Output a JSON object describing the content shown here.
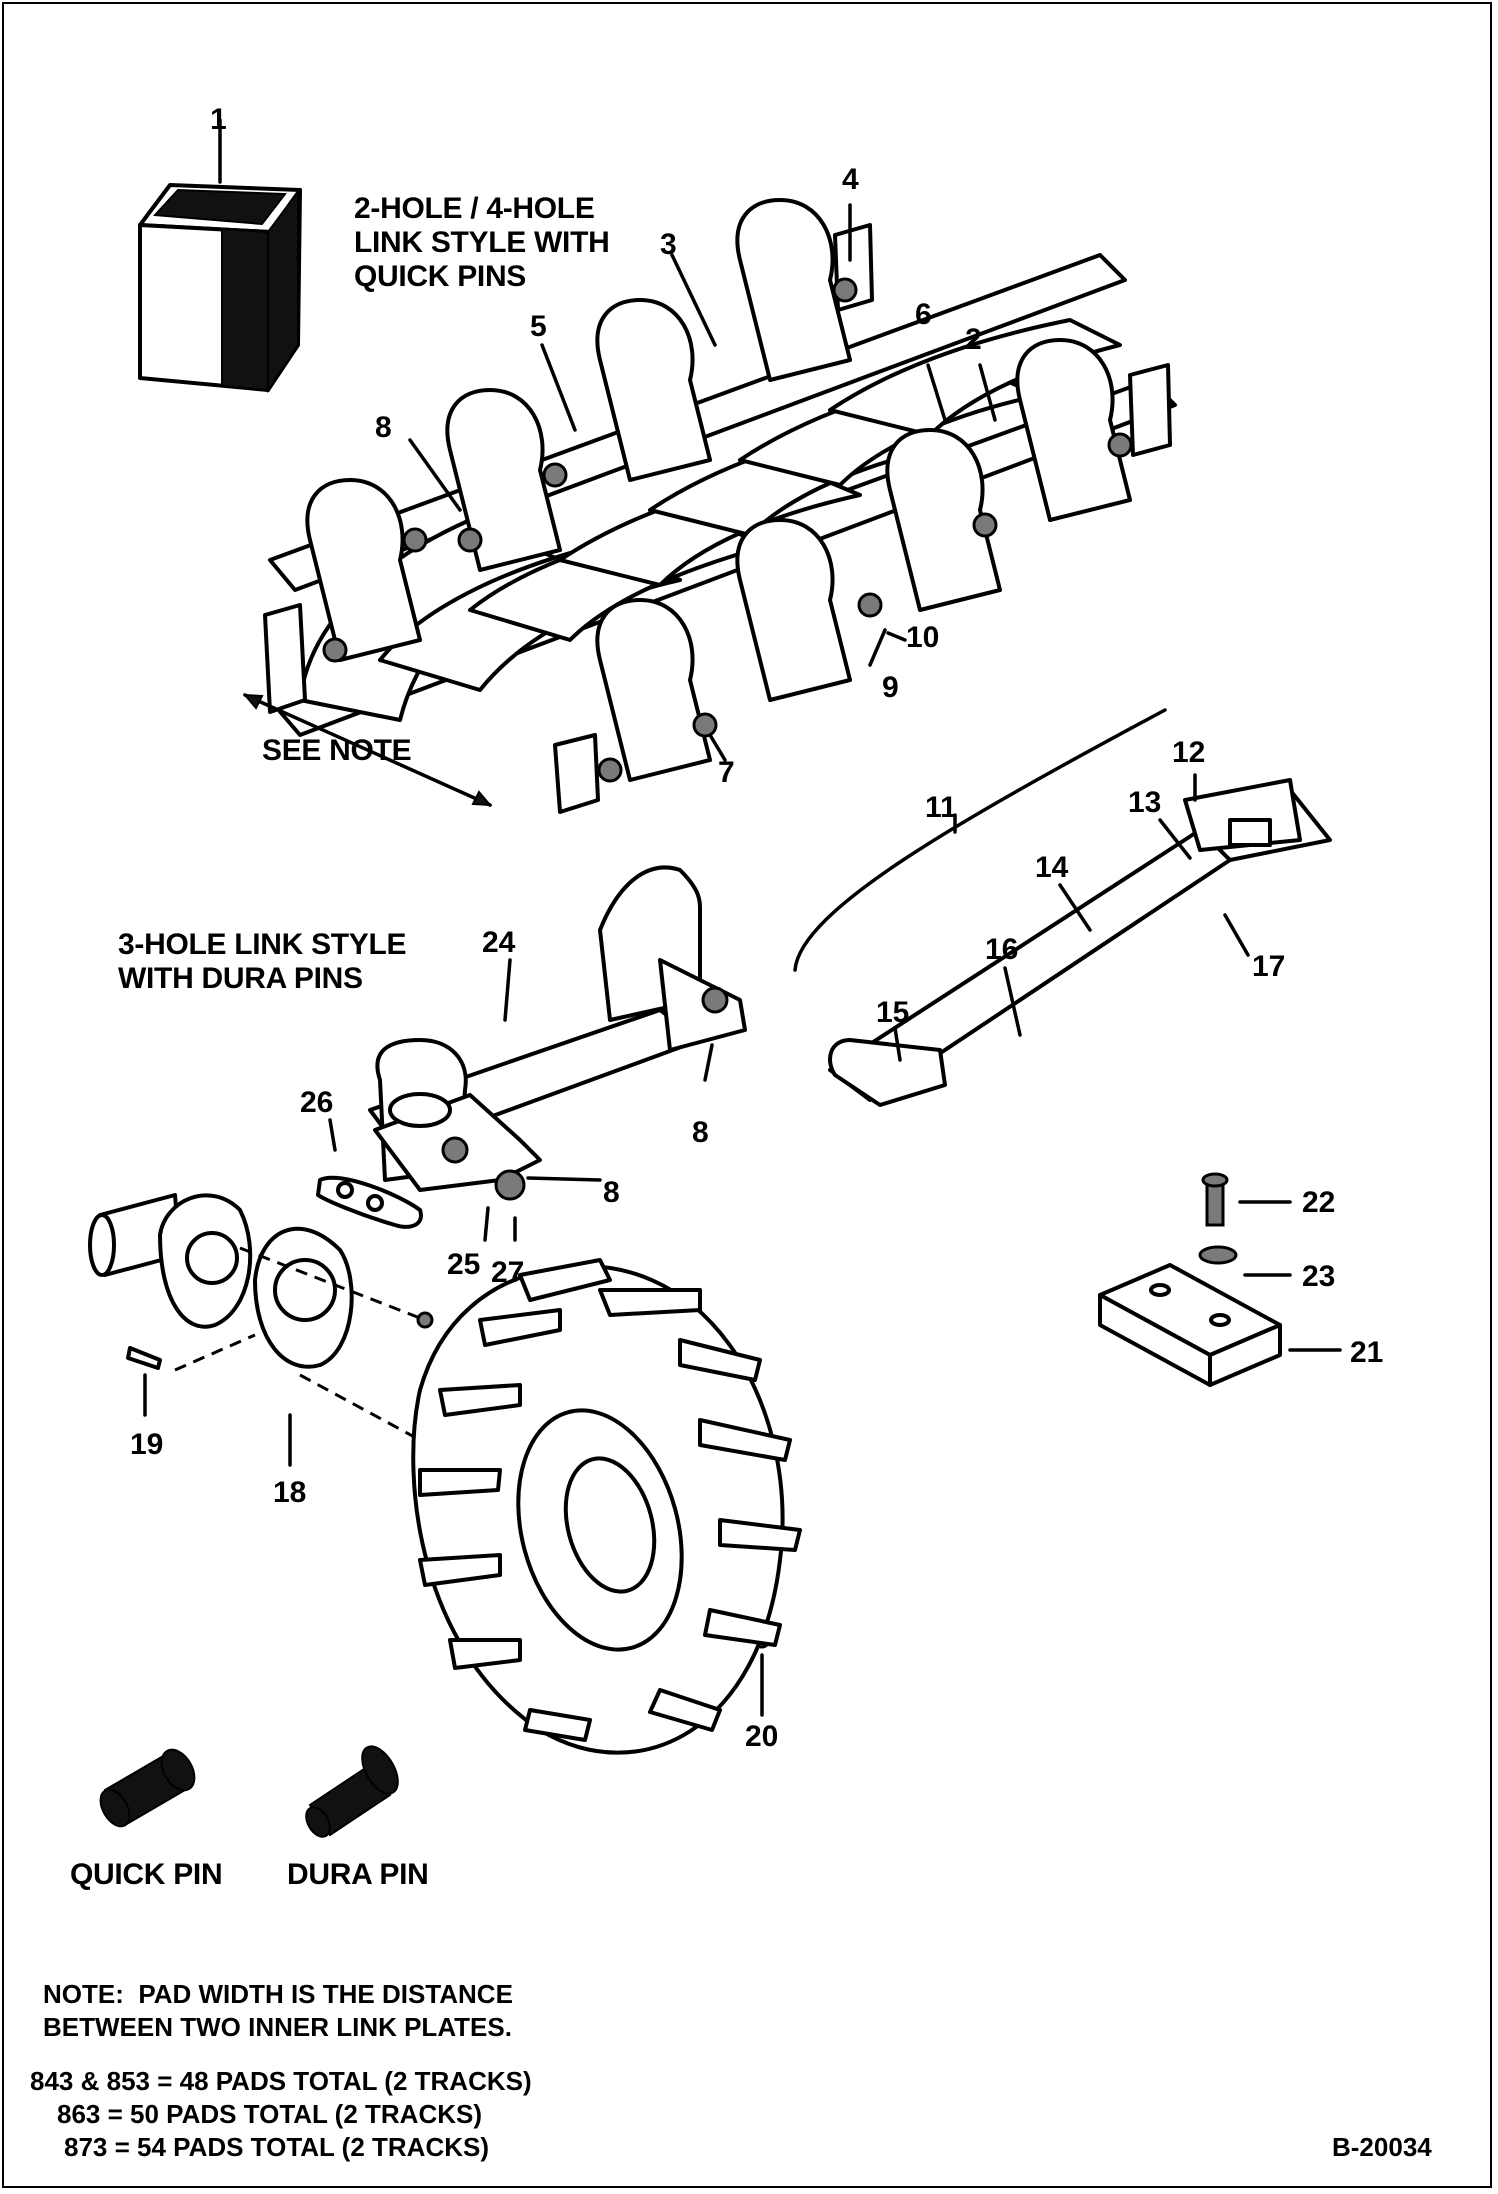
{
  "titles": {
    "quick_style": "2-HOLE / 4-HOLE\nLINK STYLE WITH\nQUICK PINS",
    "dura_style": "3-HOLE LINK STYLE\nWITH DURA PINS",
    "see_note": "SEE NOTE"
  },
  "callouts": [
    "1",
    "2",
    "3",
    "4",
    "5",
    "6",
    "7",
    "8",
    "9",
    "10",
    "11",
    "12",
    "13",
    "14",
    "15",
    "16",
    "17",
    "8",
    "8",
    "18",
    "19",
    "20",
    "21",
    "22",
    "23",
    "24",
    "25",
    "26",
    "27"
  ],
  "pin_labels": {
    "quick": "QUICK PIN",
    "dura": "DURA PIN"
  },
  "note": {
    "line1": "NOTE:  PAD WIDTH IS THE DISTANCE",
    "line2": "BETWEEN TWO INNER LINK PLATES."
  },
  "pads": [
    "843 & 853 = 48 PADS TOTAL (2 TRACKS)",
    "863 = 50 PADS TOTAL (2 TRACKS)",
    "873 = 54 PADS TOTAL (2 TRACKS)"
  ],
  "figure_id": "B-20034"
}
